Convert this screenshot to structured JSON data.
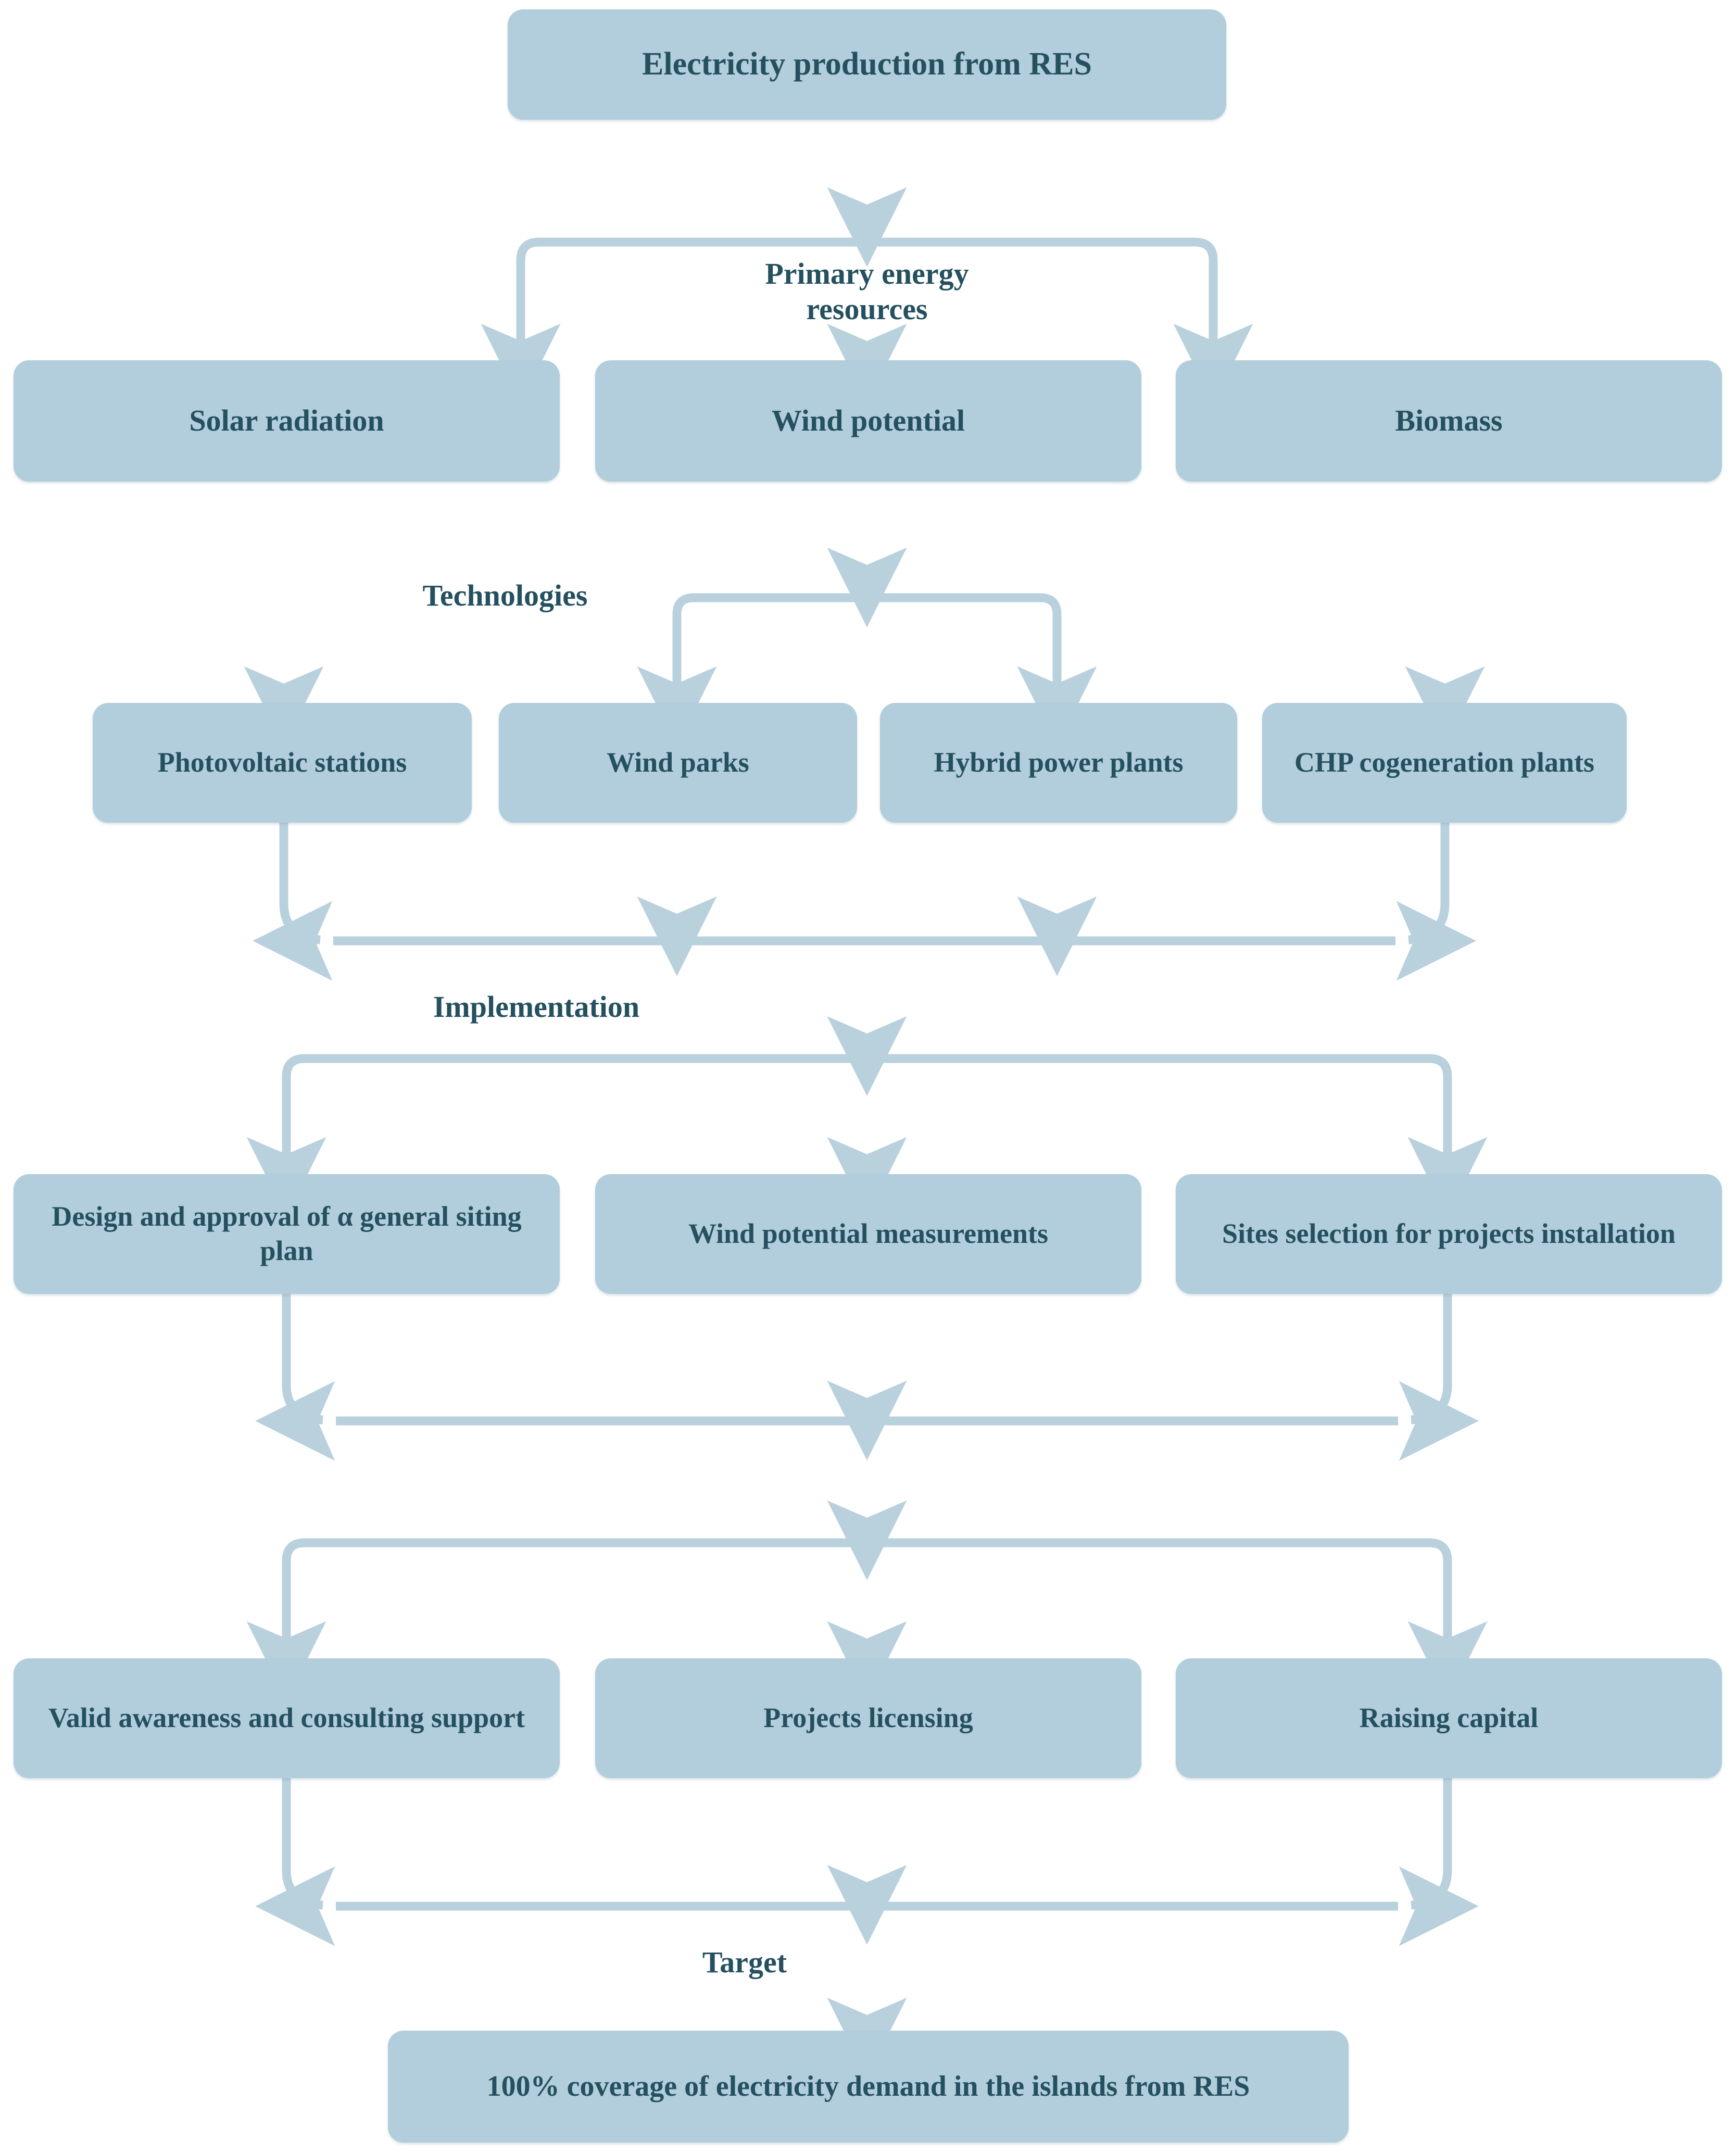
{
  "diagram": {
    "title_node": "Electricity production from RES",
    "stage_labels": {
      "primary": "Primary energy\nresources",
      "technologies": "Technologies",
      "implementation": "Implementation",
      "target": "Target"
    },
    "resources": [
      "Solar radiation",
      "Wind potential",
      "Biomass"
    ],
    "technologies": [
      "Photovoltaic stations",
      "Wind parks",
      "Hybrid power plants",
      "CHP cogeneration plants"
    ],
    "implementation_steps": [
      "Design and approval of α general siting plan",
      "Wind potential measurements",
      "Sites selection for projects installation"
    ],
    "support_steps": [
      "Valid awareness and consulting support",
      "Projects licensing",
      "Raising capital"
    ],
    "target_node": "100% coverage of electricity demand in the islands from RES",
    "colors": {
      "node_fill": "#b2cddb",
      "text": "#24505f",
      "connector": "#b9d0dd",
      "background": "#ffffff"
    }
  }
}
